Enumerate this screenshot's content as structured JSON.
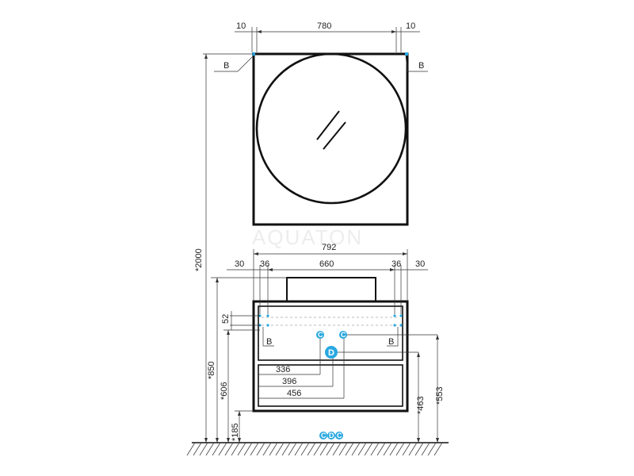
{
  "watermark": "AQUATON",
  "mirror": {
    "dims": {
      "left_gap": "10",
      "width": "780",
      "right_gap": "10"
    },
    "label_left": "B",
    "label_right": "B"
  },
  "cabinet": {
    "dims": {
      "total_width": "792",
      "outer_left": "30",
      "inner_left": "36",
      "basin_width": "660",
      "inner_right": "36",
      "outer_right": "30",
      "bracket_spacing": "52",
      "d336": "336",
      "d396": "396",
      "d456": "456"
    },
    "label_left": "B",
    "label_right": "B"
  },
  "vertical_dims": {
    "total_height": "*2000",
    "h850": "*850",
    "h606": "*606",
    "h185": "*185",
    "h553": "*553",
    "h463": "*463"
  },
  "markers": {
    "c1": "C",
    "c2": "C",
    "d": "D",
    "floor": [
      "C",
      "D",
      "C"
    ]
  },
  "colors": {
    "marker": "#29a8e0",
    "line": "#111111"
  }
}
